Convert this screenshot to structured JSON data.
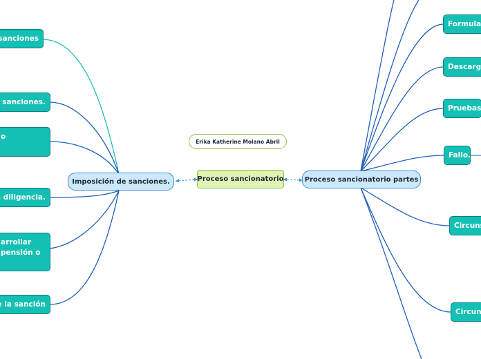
{
  "center": {
    "label": "Proceso sancionatorio"
  },
  "author": {
    "label": "Erika Katherine Molano Abril"
  },
  "left_branch": {
    "label": "Imposición de sanciones.",
    "children": [
      {
        "label": "e sanciones"
      },
      {
        "label": "as sanciones."
      },
      {
        "label": "o"
      },
      {
        "label": "la diligencia."
      },
      {
        "label": "arrollar\npensión o"
      },
      {
        "label": "de la sanción"
      }
    ]
  },
  "right_branch": {
    "label": "Proceso sancionatorio partes",
    "children": [
      {
        "label": "Formulac"
      },
      {
        "label": "Descargo"
      },
      {
        "label": "Pruebas."
      },
      {
        "label": "Fallo."
      },
      {
        "label": "Circuns"
      },
      {
        "label": "Circuns"
      }
    ]
  },
  "colors": {
    "leaf_fill": "#14bfb3",
    "leaf_border": "#0c7f86",
    "main_fill": "#cce9fb",
    "main_border": "#3e8ed0",
    "center_fill": "#dff3b5",
    "center_border": "#8fc24c",
    "connector": "#1f5fb8",
    "connector_alt": "#1cbfb3"
  }
}
